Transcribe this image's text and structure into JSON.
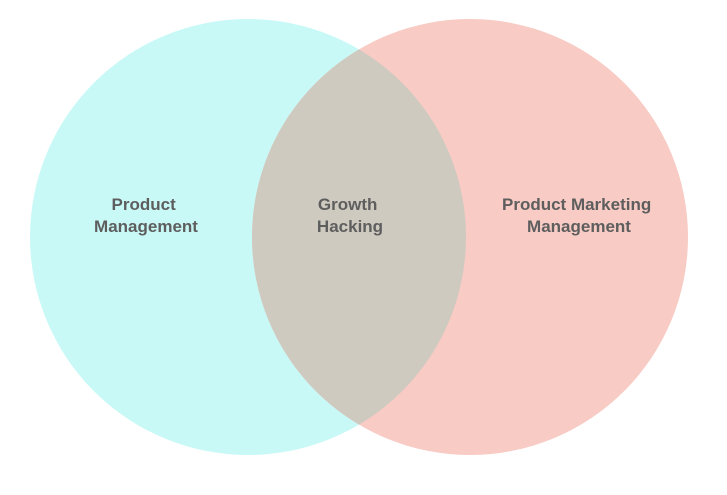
{
  "diagram": {
    "type": "venn",
    "sets": [
      {
        "id": "left",
        "label_lines": [
          "Product",
          "Management"
        ],
        "color": "#c8f9f7"
      },
      {
        "id": "right",
        "label_lines": [
          "Product Marketing",
          "Management"
        ],
        "color": "#f8cbc4"
      }
    ],
    "intersection": {
      "label_lines": [
        "Growth",
        "Hacking"
      ],
      "color": "#cfcac0"
    },
    "label_color": "#5e5e5e"
  }
}
